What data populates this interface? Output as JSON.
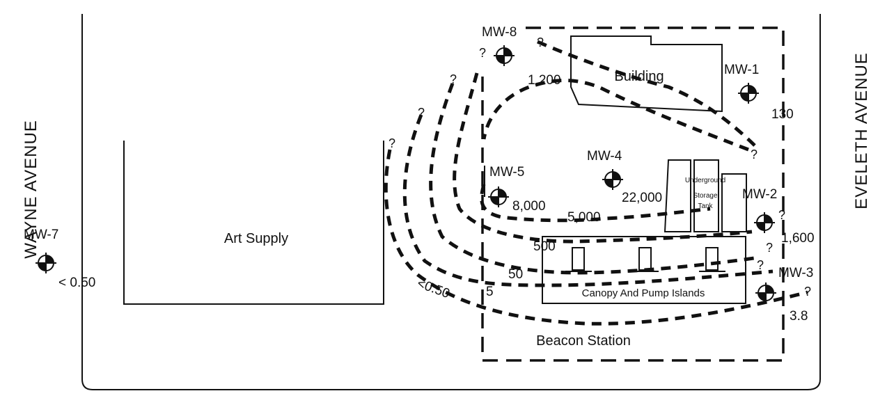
{
  "streets": {
    "west": "WAYNE  AVENUE",
    "east": "EVELETH  AVENUE"
  },
  "areas": {
    "art_supply": "Art Supply",
    "building": "Building",
    "canopy": "Canopy And Pump Islands",
    "beacon": "Beacon Station",
    "ust": [
      "Underground",
      "Storage",
      "Tank"
    ]
  },
  "wells": [
    {
      "id": "MW-1",
      "value": "130"
    },
    {
      "id": "MW-2",
      "value": "1,600"
    },
    {
      "id": "MW-3",
      "value": "3.8"
    },
    {
      "id": "MW-4",
      "value": "22,000"
    },
    {
      "id": "MW-5",
      "value": "8,000"
    },
    {
      "id": "MW-7",
      "value": "< 0.50"
    },
    {
      "id": "MW-8",
      "value": ""
    }
  ],
  "contours": [
    "1,200",
    "5,000",
    "500",
    "50",
    "5",
    "<0.50"
  ],
  "unknown_mark": "?",
  "colors": {
    "ink": "#111111",
    "background": "#ffffff"
  }
}
